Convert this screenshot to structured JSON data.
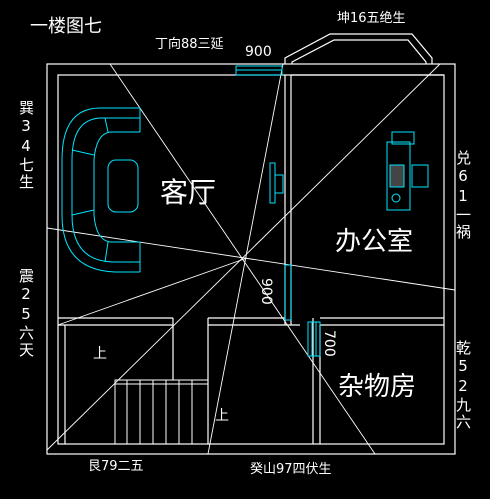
{
  "title": "一楼图七",
  "top_left_label": "丁向88三延",
  "top_right_label": "坤16五绝生",
  "bottom_left_label": "艮79二五",
  "bottom_center_label": "癸山97四伏生",
  "left_upper_label": "巽34七生",
  "left_lower_label": "震25六天",
  "right_upper_label": "兑61一祸",
  "right_lower_label": "乾52九六",
  "rooms": {
    "living": "客厅",
    "office": "办公室",
    "storage": "杂物房"
  },
  "dims": {
    "top_window": "900",
    "center_door": "900",
    "storage_door": "700"
  },
  "stair_up_1": "上",
  "stair_up_2": "上",
  "colors": {
    "background": "#000000",
    "walls": "#ffffff",
    "furniture": "#00e5ff"
  }
}
